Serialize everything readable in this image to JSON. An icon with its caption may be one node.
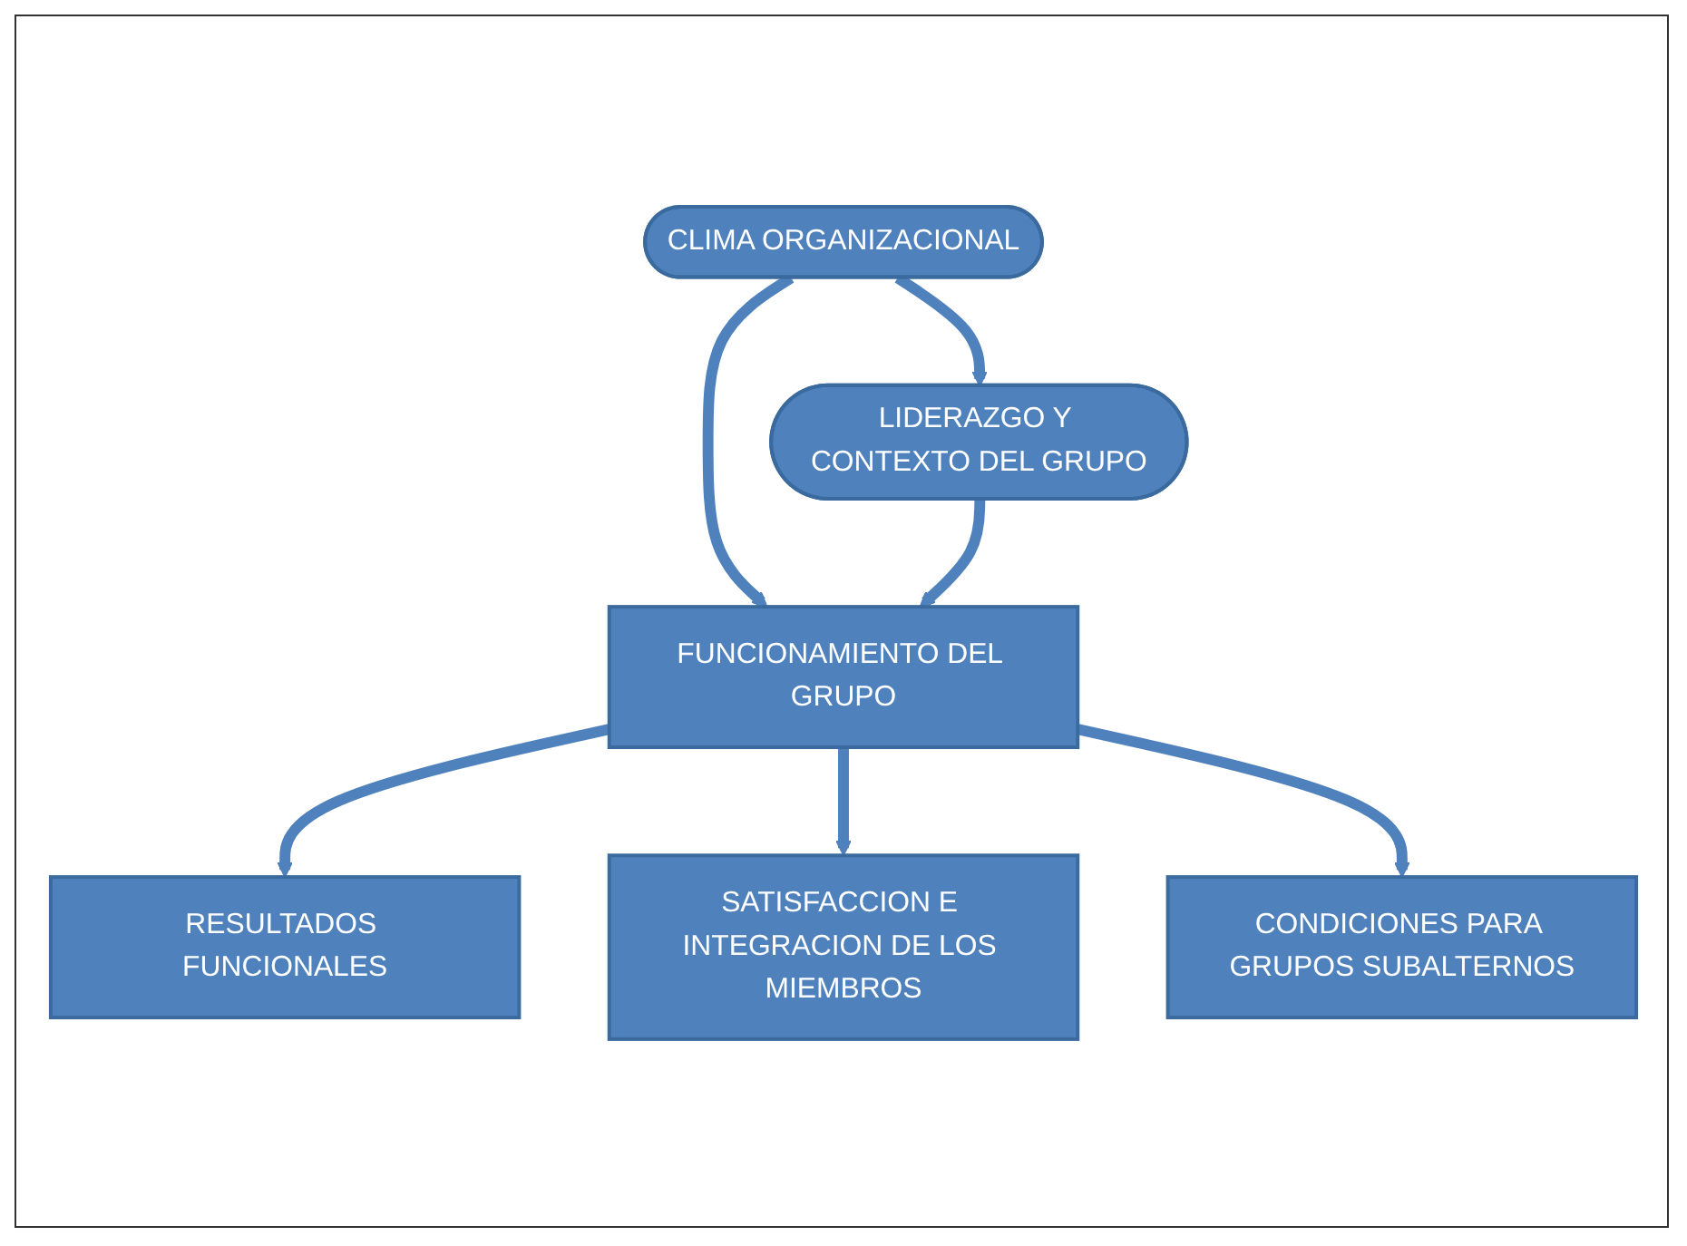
{
  "diagram": {
    "nodes": [
      {
        "text": [
          "CLIMA ORGANIZACIONAL"
        ]
      },
      {
        "text": [
          "LIDERAZGO Y CONTEXTO DEL GRUPO"
        ]
      },
      {
        "text": [
          "FUNCIONAMIENTO DEL GRUPO"
        ]
      },
      {
        "text": [
          "RESULTADOS FUNCIONALES"
        ]
      },
      {
        "text": [
          "SATISFACCION E INTEGRACION DE LOS MIEMBROS"
        ]
      },
      {
        "text": [
          "CONDICIONES PARA GRUPOS SUBALTERNOS"
        ]
      }
    ],
    "edges": [
      {
        "from": 0,
        "to": 1,
        "arrow": "to"
      },
      {
        "from": 0,
        "to": 2,
        "arrow": "to"
      },
      {
        "from": 1,
        "to": 2,
        "arrow": "to"
      },
      {
        "from": 2,
        "to": 3,
        "arrow": "to"
      },
      {
        "from": 2,
        "to": 4,
        "arrow": "to"
      },
      {
        "from": 2,
        "to": 5,
        "arrow": "to"
      }
    ]
  }
}
